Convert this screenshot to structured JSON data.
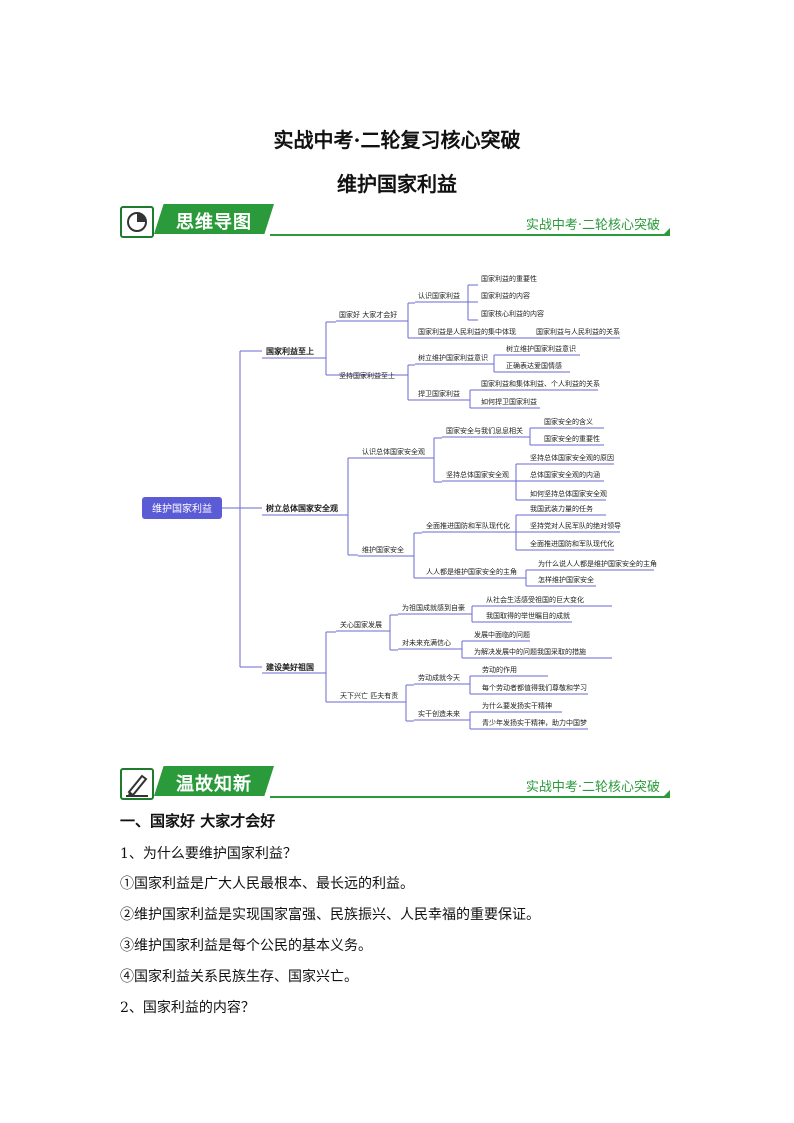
{
  "doc": {
    "title": "实战中考·二轮复习核心突破",
    "subtitle": "维护国家利益"
  },
  "banners": [
    {
      "label": "思维导图",
      "right": "实战中考·二轮核心突破"
    },
    {
      "label": "温故知新",
      "right": "实战中考·二轮核心突破"
    }
  ],
  "mindmap": {
    "root": "维护国家利益",
    "b1": {
      "label": "国家利益至上",
      "s1": {
        "label": "国家好 大家才会好",
        "t1": {
          "label": "认识国家利益",
          "leaves": [
            "国家利益的重要性",
            "国家利益的内容",
            "国家核心利益的内容"
          ]
        },
        "t2": {
          "label": "国家利益是人民利益的集中体现",
          "leaf": "国家利益与人民利益的关系"
        }
      },
      "s2": {
        "label": "坚持国家利益至上",
        "t1": {
          "label": "树立维护国家利益意识",
          "leaves": [
            "树立维护国家利益意识",
            "正确表达爱国情感"
          ]
        },
        "t2": {
          "label": "捍卫国家利益",
          "leaves": [
            "国家利益和集体利益、个人利益的关系",
            "如何捍卫国家利益"
          ]
        }
      }
    },
    "b2": {
      "label": "树立总体国家安全观",
      "s1": {
        "label": "认识总体国家安全观",
        "t1": {
          "label": "国家安全与我们息息相关",
          "leaves": [
            "国家安全的含义",
            "国家安全的重要性"
          ]
        },
        "t2": {
          "label": "坚持总体国家安全观",
          "leaves": [
            "坚持总体国家安全观的原因",
            "总体国家安全观的内涵",
            "如何坚持总体国家安全观"
          ]
        }
      },
      "s2": {
        "label": "维护国家安全",
        "t1": {
          "label": "全面推进国防和军队现代化",
          "leaves": [
            "我国武装力量的任务",
            "坚持党对人民军队的绝对领导",
            "全面推进国防和军队现代化"
          ]
        },
        "t2": {
          "label": "人人都是维护国家安全的主角",
          "leaves": [
            "为什么说人人都是维护国家安全的主角",
            "怎样维护国家安全"
          ]
        }
      }
    },
    "b3": {
      "label": "建设美好祖国",
      "s1": {
        "label": "关心国家发展",
        "t1": {
          "label": "为祖国成就感到自豪",
          "leaves": [
            "从社会生活感受祖国的巨大变化",
            "我国取得的举世瞩目的成就"
          ]
        },
        "t2": {
          "label": "对未来充满信心",
          "leaves": [
            "发展中面临的问题",
            "为解决发展中的问题我国采取的措施"
          ]
        }
      },
      "s2": {
        "label": "天下兴亡 匹夫有责",
        "t1": {
          "label": "劳动成就今天",
          "leaves": [
            "劳动的作用",
            "每个劳动者都值得我们尊敬和学习"
          ]
        },
        "t2": {
          "label": "实干创造未来",
          "leaves": [
            "为什么要发扬实干精神",
            "青少年发扬实干精神，助力中国梦"
          ]
        }
      }
    }
  },
  "section": {
    "heading": "一、国家好  大家才会好",
    "q1": "1、为什么要维护国家利益？",
    "items": [
      "①国家利益是广大人民最根本、最长远的利益。",
      "②维护国家利益是实现国家富强、民族振兴、人民幸福的重要保证。",
      "③维护国家利益是每个公民的基本义务。",
      "④国家利益关系民族生存、国家兴亡。"
    ],
    "q2": "2、国家利益的内容？"
  },
  "colors": {
    "green": "#2a9a3a",
    "node": "#5b5bd6",
    "line": "#6a6ad0"
  }
}
